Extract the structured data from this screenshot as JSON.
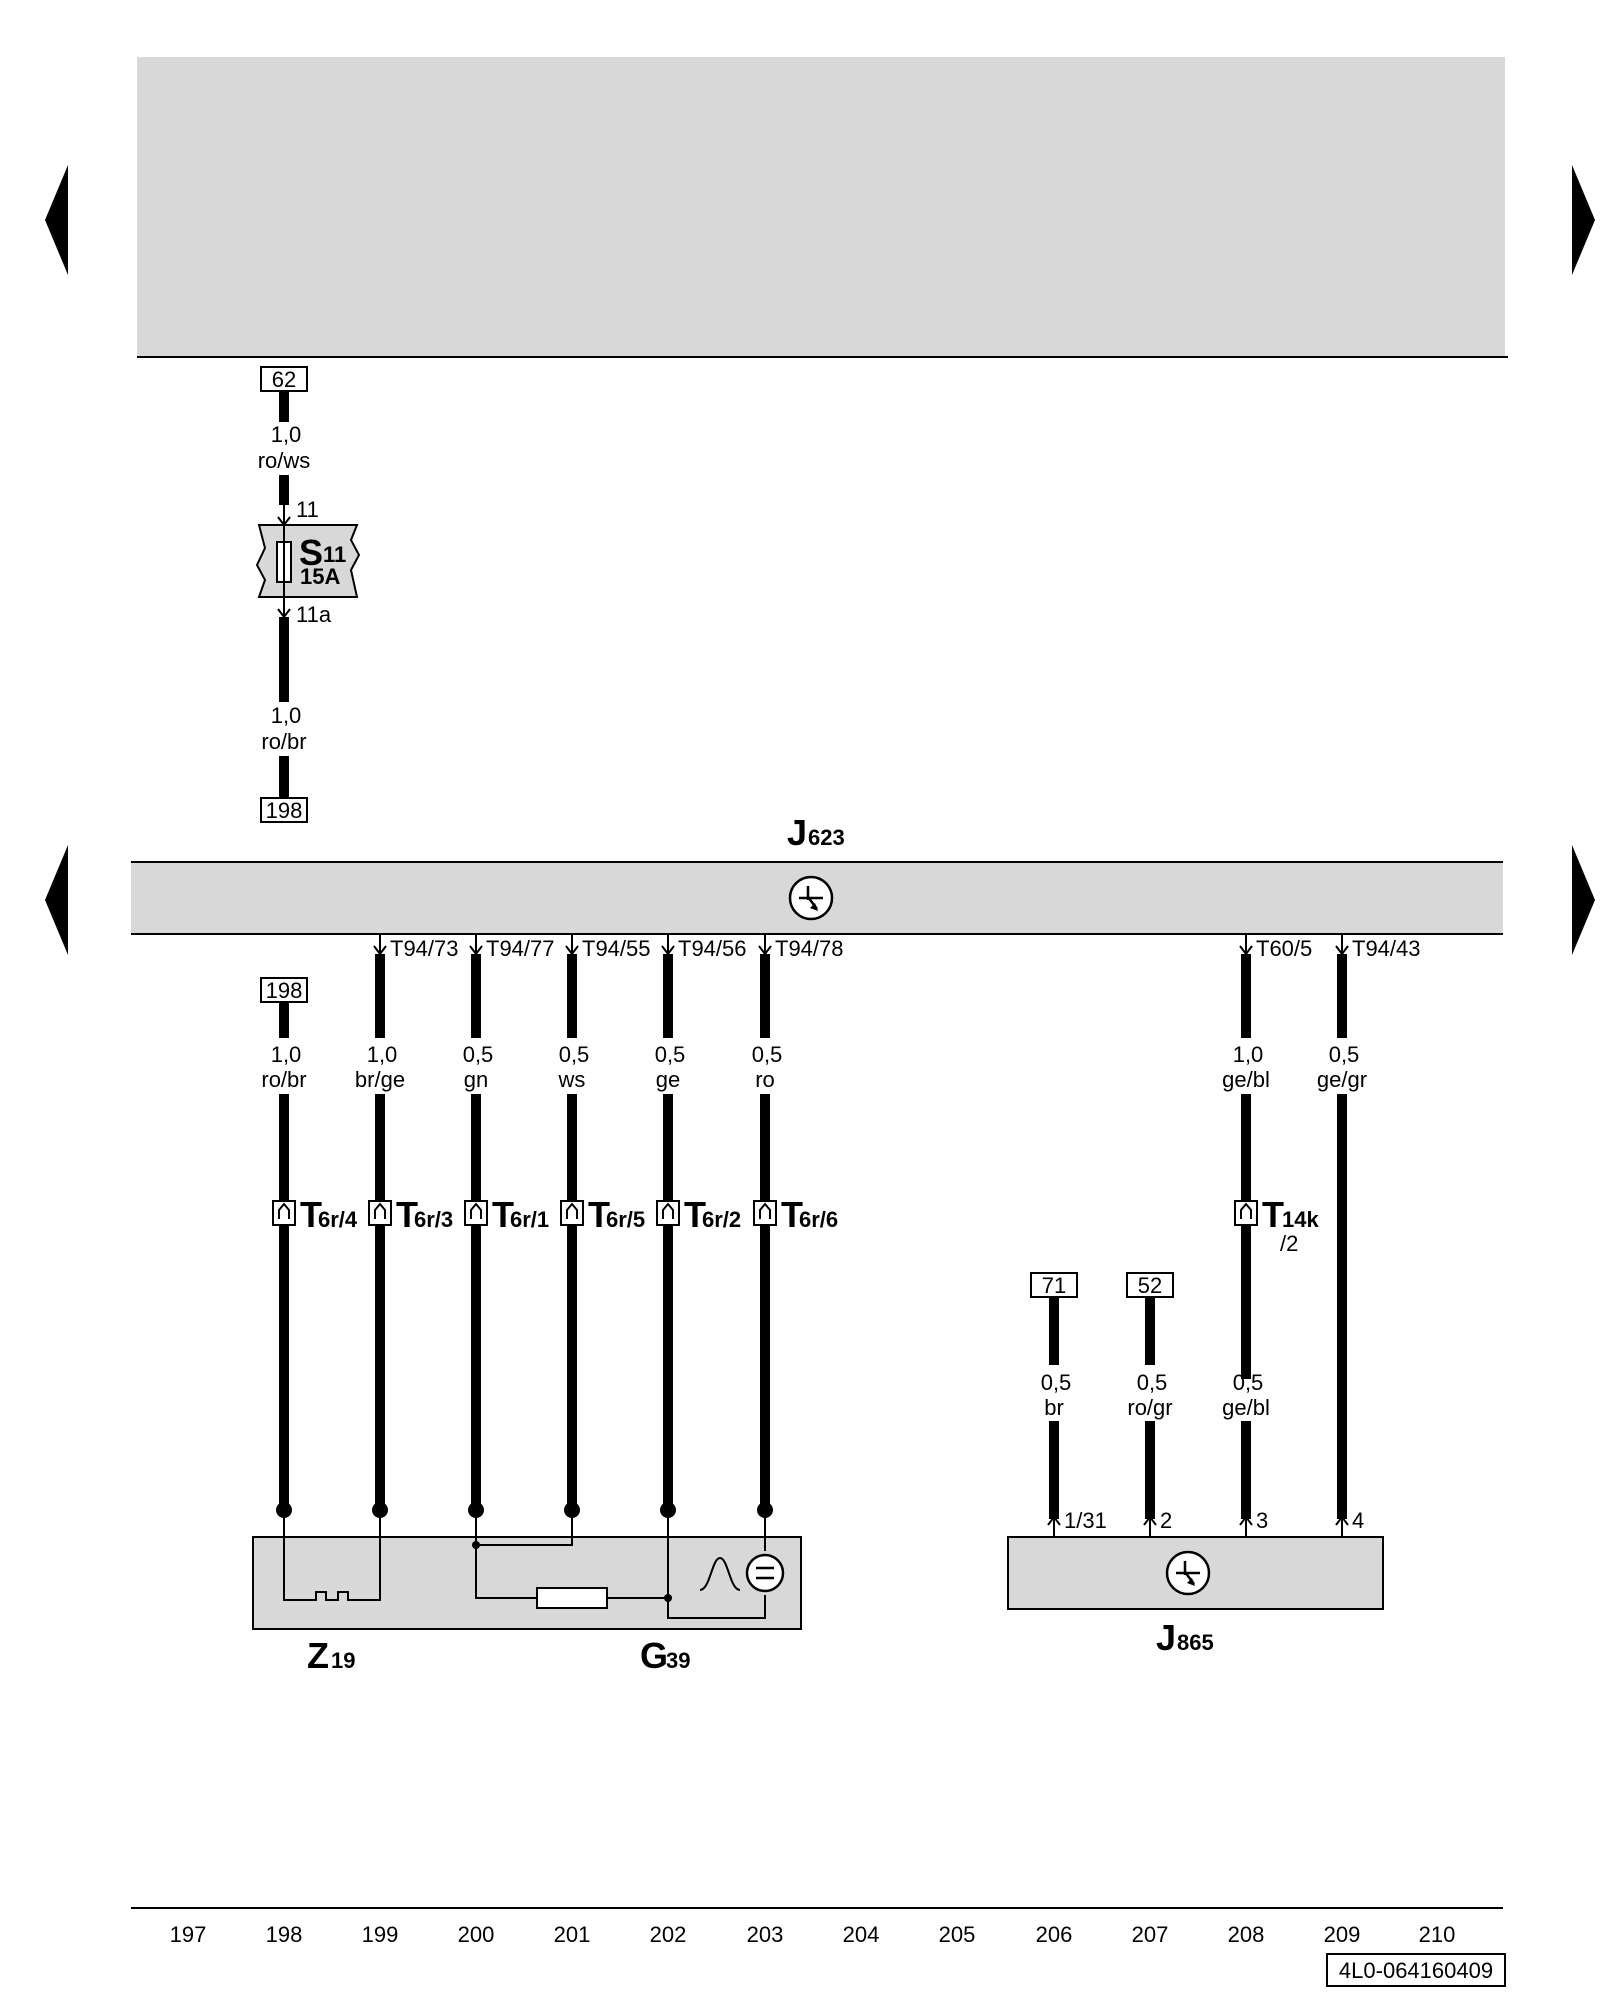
{
  "top_refs": {
    "in": "62",
    "out": "198"
  },
  "fuse": {
    "name": "S",
    "sub": "11",
    "rating": "15A",
    "pin_in": "11",
    "pin_out": "11a",
    "wire_in": {
      "size": "1,0",
      "color": "ro/ws"
    },
    "wire_out": {
      "size": "1,0",
      "color": "ro/br"
    }
  },
  "ecu": {
    "name": "J",
    "sub": "623"
  },
  "wires": [
    {
      "ref": "198",
      "size": "1,0",
      "color": "ro/br",
      "conn": "T",
      "conn_sub": "6r/4"
    },
    {
      "pin": "T94/73",
      "size": "1,0",
      "color": "br/ge",
      "conn": "T",
      "conn_sub": "6r/3"
    },
    {
      "pin": "T94/77",
      "size": "0,5",
      "color": "gn",
      "conn": "T",
      "conn_sub": "6r/1"
    },
    {
      "pin": "T94/55",
      "size": "0,5",
      "color": "ws",
      "conn": "T",
      "conn_sub": "6r/5"
    },
    {
      "pin": "T94/56",
      "size": "0,5",
      "color": "ge",
      "conn": "T",
      "conn_sub": "6r/2"
    },
    {
      "pin": "T94/78",
      "size": "0,5",
      "color": "ro",
      "conn": "T",
      "conn_sub": "6r/6"
    },
    {
      "pin": "T60/5",
      "size": "1,0",
      "color": "ge/bl",
      "conn": "T",
      "conn_sub": "14k",
      "conn_sub2": "/2",
      "lower_size": "0,5",
      "lower_color": "ge/bl",
      "end_pin": "3"
    },
    {
      "pin": "T94/43",
      "size": "0,5",
      "color": "ge/gr",
      "end_pin": "4"
    }
  ],
  "aux_wires": [
    {
      "ref": "71",
      "size": "0,5",
      "color": "br",
      "end_pin": "1/31"
    },
    {
      "ref": "52",
      "size": "0,5",
      "color": "ro/gr",
      "end_pin": "2"
    }
  ],
  "components": {
    "z19": {
      "name": "Z",
      "sub": "19"
    },
    "g39": {
      "name": "G",
      "sub": "39"
    },
    "j865": {
      "name": "J",
      "sub": "865"
    }
  },
  "columns": [
    "197",
    "198",
    "199",
    "200",
    "201",
    "202",
    "203",
    "204",
    "205",
    "206",
    "207",
    "208",
    "209",
    "210"
  ],
  "doc_id": "4L0-064160409"
}
